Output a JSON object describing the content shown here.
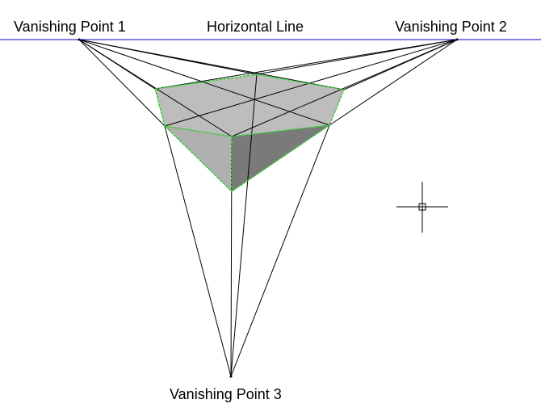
{
  "labels": {
    "vanishing_point_1": "Vanishing Point 1",
    "horizontal_line": "Horizontal Line",
    "vanishing_point_2": "Vanishing Point 2",
    "vanishing_point_3": "Vanishing Point 3"
  },
  "colors": {
    "background": "#ffffff",
    "horizon_line": "#0000c8",
    "construction_lines": "#000000",
    "box_outline": "#33cc33",
    "top_face": "#bdbdbd",
    "left_face": "#b0b0b0",
    "right_face": "#7a7a7a"
  },
  "cursor_icon": "crosshair-cursor-icon"
}
